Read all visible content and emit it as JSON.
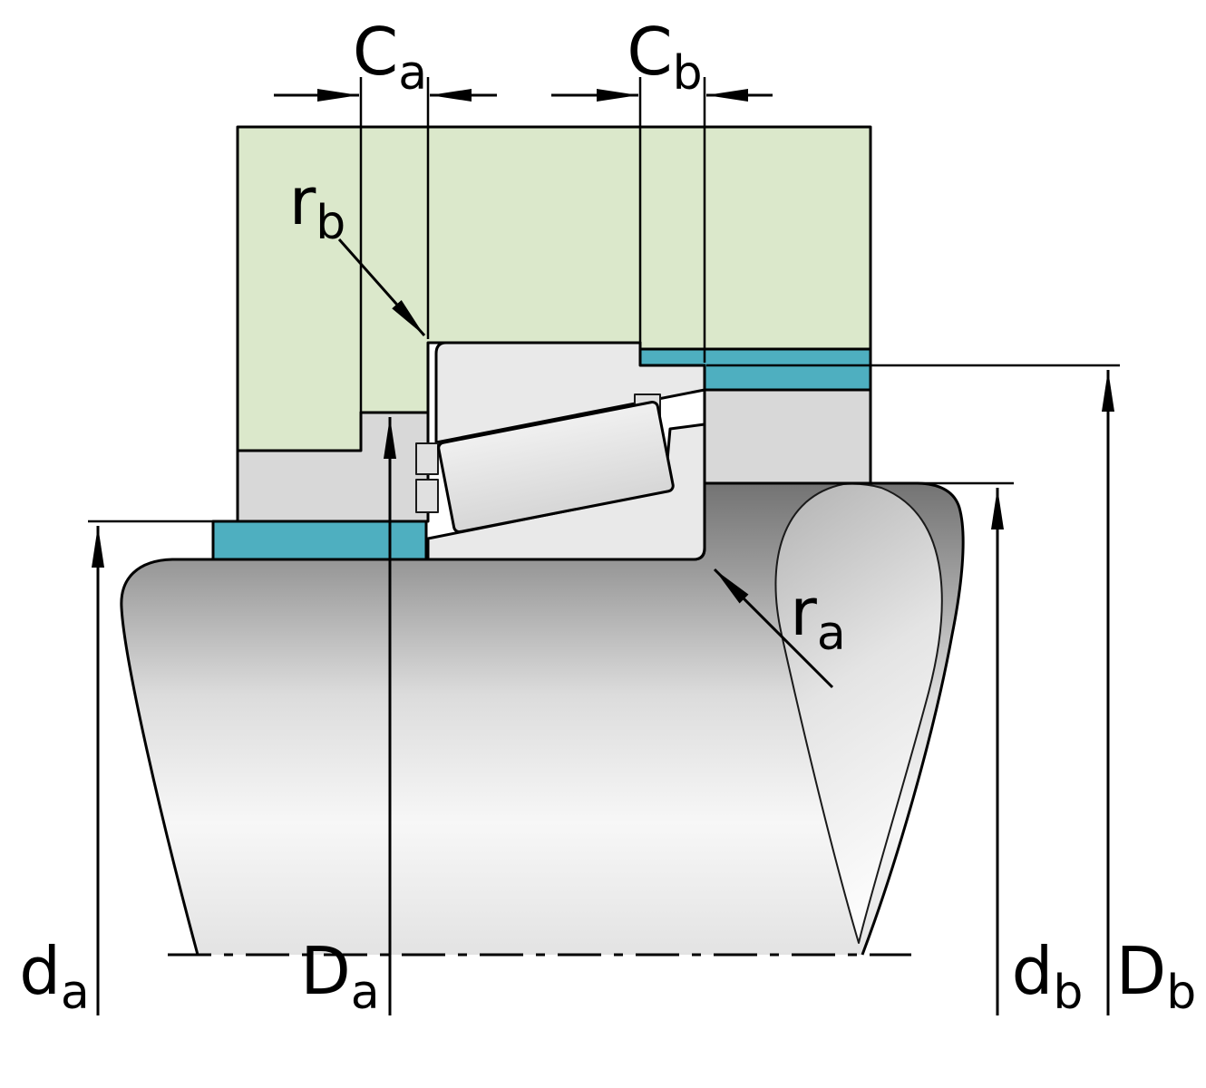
{
  "figure": {
    "kind": "bearing-mounting-abutment-dimensions-diagram",
    "colors": {
      "background": "#ffffff",
      "housing_green": "#dbe8cb",
      "contact_teal": "#4eafc0",
      "spacer_gray": "#d8d8d8",
      "bearing_gray": "#e9e9e9",
      "cage_gray": "#e0e0e0",
      "outline": "#000000"
    },
    "labels": {
      "Ca": {
        "base": "C",
        "sub": "a"
      },
      "Cb": {
        "base": "C",
        "sub": "b"
      },
      "rb": {
        "base": "r",
        "sub": "b"
      },
      "ra": {
        "base": "r",
        "sub": "a"
      },
      "da": {
        "base": "d",
        "sub": "a"
      },
      "Da": {
        "base": "D",
        "sub": "a"
      },
      "db": {
        "base": "d",
        "sub": "b"
      },
      "Db": {
        "base": "D",
        "sub": "b"
      }
    }
  }
}
